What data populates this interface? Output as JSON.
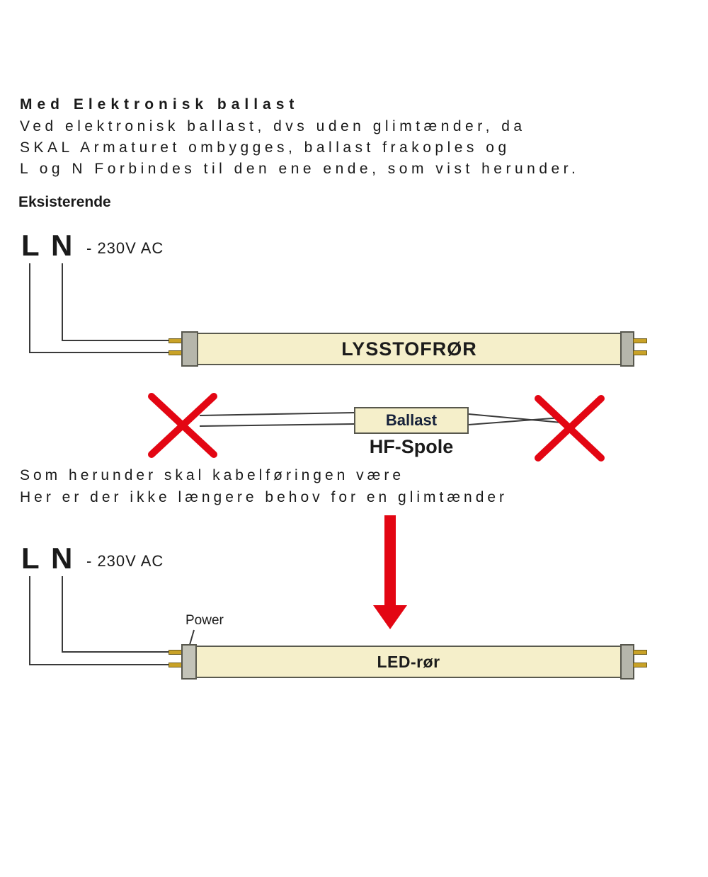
{
  "intro": {
    "heading": "Med Elektronisk ballast",
    "line1": "Ved elektronisk ballast, dvs uden glimtænder, da",
    "line2": "SKAL Armaturet ombygges, ballast frakoples og",
    "line3": "L og N Forbindes til den ene ende, som vist herunder."
  },
  "existing": {
    "heading": "Eksisterende",
    "l_label": "L",
    "n_label": "N",
    "voltage": "- 230V AC",
    "tube_label": "LYSSTOFRØR"
  },
  "ballast": {
    "box_label": "Ballast",
    "coil_label": "HF-Spole"
  },
  "middle": {
    "line1": "Som herunder skal kabelføringen være",
    "line2": "Her er der ikke længere behov for en glimtænder"
  },
  "new": {
    "l_label": "L",
    "n_label": "N",
    "voltage": "- 230V AC",
    "power_label": "Power",
    "tube_label": "LED-rør"
  },
  "colors": {
    "tube_fill": "#f5efca",
    "cap_fill": "#b6b6ab",
    "pin_fill": "#c9a227",
    "red": "#e30613",
    "wire": "#3a3a3a",
    "ink": "#1a1a1a"
  }
}
